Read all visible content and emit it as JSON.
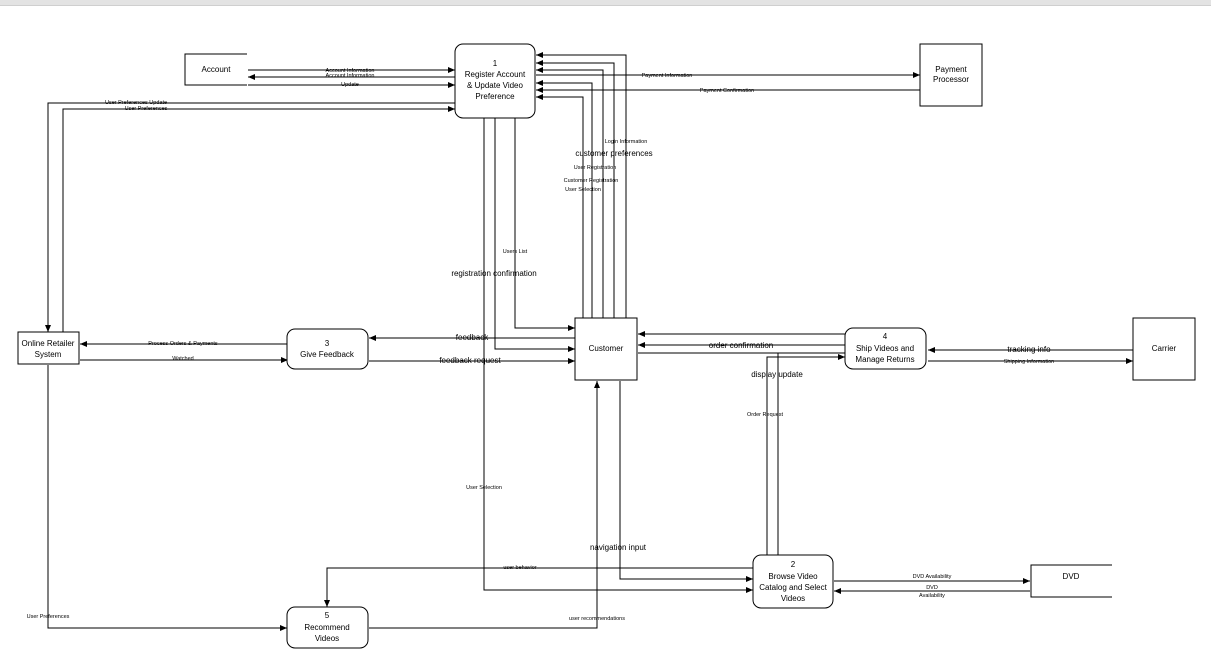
{
  "nodes": {
    "p1": {
      "number": "1",
      "lines": [
        "Register Account",
        "& Update Video",
        "Preference"
      ]
    },
    "p2": {
      "number": "2",
      "lines": [
        "Browse Video",
        "Catalog and Select",
        "Videos"
      ]
    },
    "p3": {
      "number": "3",
      "lines": [
        "Give Feedback"
      ]
    },
    "p4": {
      "number": "4",
      "lines": [
        "Ship Videos and",
        "Manage Returns"
      ]
    },
    "p5": {
      "number": "5",
      "lines": [
        "Recommend",
        "Videos"
      ]
    },
    "account": {
      "lines": [
        "Account"
      ]
    },
    "payment": {
      "lines": [
        "Payment",
        "Processor"
      ]
    },
    "customer": {
      "lines": [
        "Customer"
      ]
    },
    "carrier": {
      "lines": [
        "Carrier"
      ]
    },
    "retailer": {
      "lines": [
        "Online Retailer",
        "System"
      ]
    },
    "dvd": {
      "lines": [
        "DVD"
      ]
    }
  },
  "flows": {
    "account_information_1": "Account Information",
    "account_information_2": "Account Information",
    "update": "Update",
    "payment_information": "Payment Information",
    "payment_confirmation": "Payment Confirmation",
    "user_preferences_update": "User Preferences Update",
    "user_preferences_top": "User Preferences",
    "login_information": "Login Information",
    "customer_preferences": "customer preferences",
    "user_registration": "User Registration",
    "customer_registration": "Customer Registration",
    "user_selection_top": "User Selection",
    "users_list": "Users List",
    "registration_confirmation": "registration confirmation",
    "process_orders": "Process Orders & Payments",
    "watched": "Watched",
    "feedback": "feedback",
    "feedback_request": "feedback request",
    "order_confirmation": "order confirmation",
    "display_update": "display update",
    "tracking_info": "tracking info",
    "shipping_information": "Shipping Information",
    "order_request": "Order Request",
    "user_selection_mid": "User Selection",
    "navigation_input": "navigation input",
    "user_behavior": "user behavior",
    "dvd_availability_1": "DVD Availability",
    "dvd_availability_2a": "DVD",
    "dvd_availability_2b": "Availability",
    "user_preferences_bottom": "User Preferences",
    "user_recommendations": "user recommendations"
  }
}
